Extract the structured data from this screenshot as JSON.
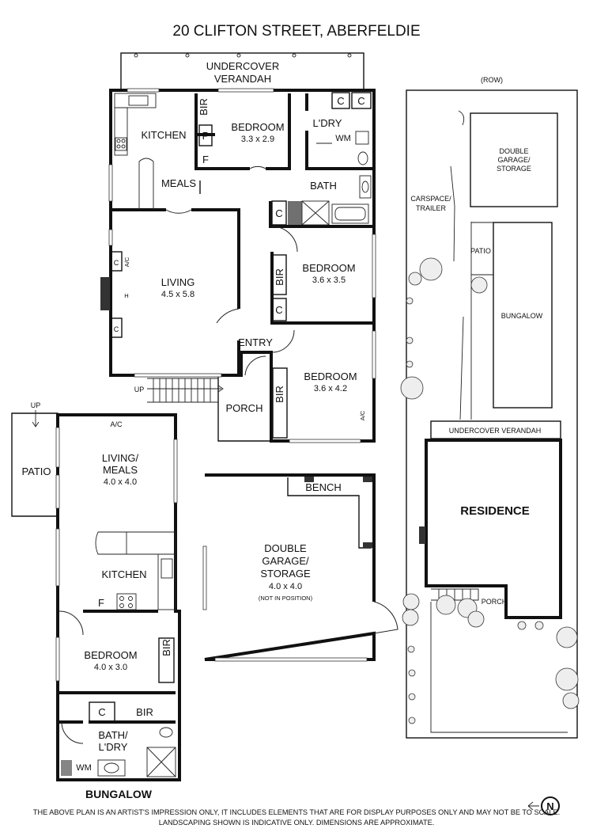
{
  "title": "20 CLIFTON STREET, ABERFELDIE",
  "main_house": {
    "undercover_verandah_line1": "UNDERCOVER",
    "undercover_verandah_line2": "VERANDAH",
    "kitchen": "KITCHEN",
    "meals": "MEALS",
    "living": "LIVING",
    "living_dim": "4.5 x 5.8",
    "bed1": "BEDROOM",
    "bed1_dim": "3.3 x 2.9",
    "bed2": "BEDROOM",
    "bed2_dim": "3.6 x 3.5",
    "bed3": "BEDROOM",
    "bed3_dim": "3.6 x 4.2",
    "laundry": "L'DRY",
    "wm": "WM",
    "bath": "BATH",
    "entry": "ENTRY",
    "porch": "PORCH",
    "up": "UP",
    "bir": "BIR",
    "p": "P",
    "f": "F",
    "c": "C",
    "ac": "A/C",
    "h": "H"
  },
  "bungalow": {
    "up": "UP",
    "patio": "PATIO",
    "ac": "A/C",
    "living_meals_line1": "LIVING/",
    "living_meals_line2": "MEALS",
    "living_meals_dim": "4.0 x 4.0",
    "kitchen": "KITCHEN",
    "f": "F",
    "bedroom": "BEDROOM",
    "bedroom_dim": "4.0 x 3.0",
    "bir": "BIR",
    "c": "C",
    "bath_line1": "BATH/",
    "bath_line2": "L'DRY",
    "wm": "WM",
    "caption": "BUNGALOW"
  },
  "garage": {
    "bench": "BENCH",
    "line1": "DOUBLE",
    "line2": "GARAGE/",
    "line3": "STORAGE",
    "dim": "4.0 x 4.0",
    "note": "(NOT IN POSITION)"
  },
  "site": {
    "row": "(ROW)",
    "double_garage_line1": "DOUBLE",
    "double_garage_line2": "GARAGE/",
    "double_garage_line3": "STORAGE",
    "carspace_line1": "CARSPACE/",
    "carspace_line2": "TRAILER",
    "patio": "PATIO",
    "bungalow": "BUNGALOW",
    "undercover_verandah": "UNDERCOVER VERANDAH",
    "residence": "RESIDENCE",
    "porch": "PORCH",
    "compass": "N"
  },
  "disclaimer_line1": "THE ABOVE PLAN IS AN ARTIST'S IMPRESSION ONLY, IT INCLUDES ELEMENTS THAT ARE FOR DISPLAY PURPOSES ONLY AND MAY NOT BE TO SCALE.",
  "disclaimer_line2": "LANDSCAPING SHOWN IS INDICATIVE ONLY. DIMENSIONS ARE APPROXIMATE."
}
